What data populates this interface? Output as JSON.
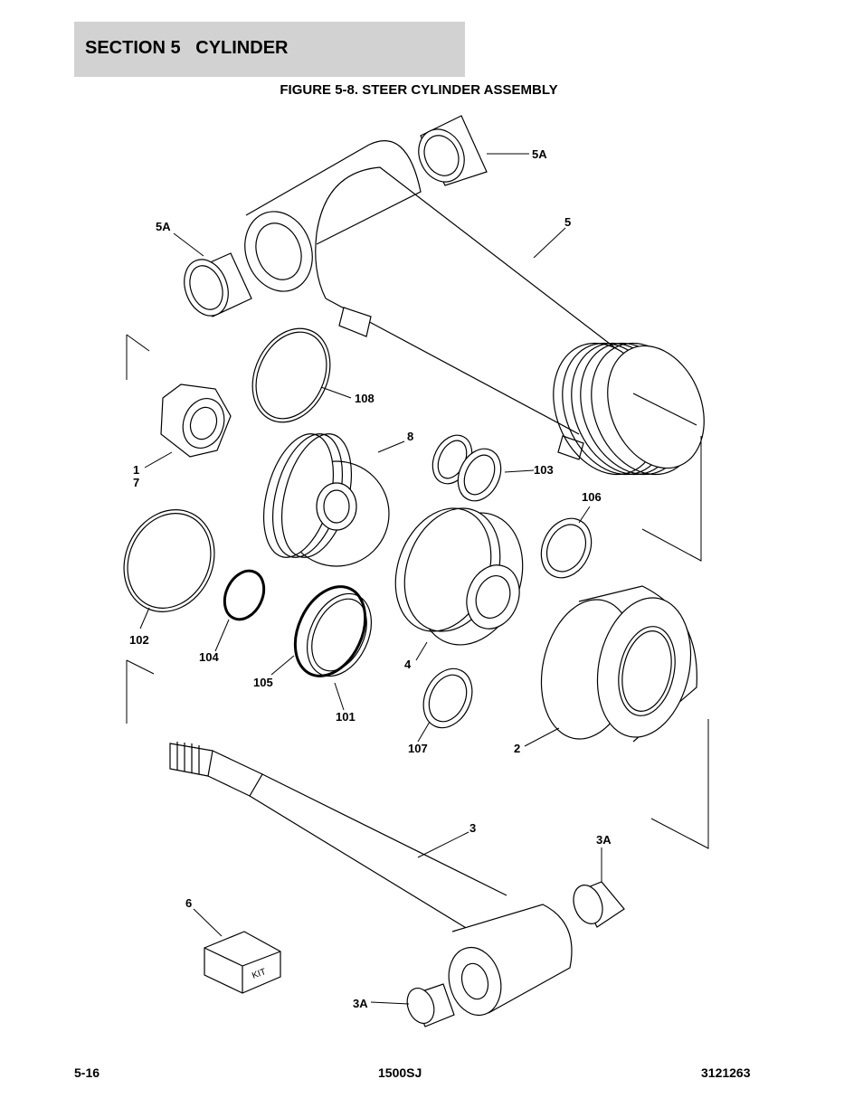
{
  "header": {
    "section_title": "SECTION 5   CYLINDER",
    "figure_title": "FIGURE 5-8. STEER CYLINDER ASSEMBLY"
  },
  "callouts": {
    "c_5a_top": "5A",
    "c_5": "5",
    "c_5a_left": "5A",
    "c_108": "108",
    "c_8": "8",
    "c_1": "1",
    "c_7": "7",
    "c_103": "103",
    "c_106": "106",
    "c_102": "102",
    "c_104": "104",
    "c_105": "105",
    "c_4": "4",
    "c_101": "101",
    "c_107": "107",
    "c_2": "2",
    "c_3": "3",
    "c_3a_right": "3A",
    "c_6": "6",
    "c_3a_bottom": "3A"
  },
  "kit_label": "KIT",
  "footer": {
    "page_number": "5-16",
    "model": "1500SJ",
    "part_number": "3121263"
  }
}
